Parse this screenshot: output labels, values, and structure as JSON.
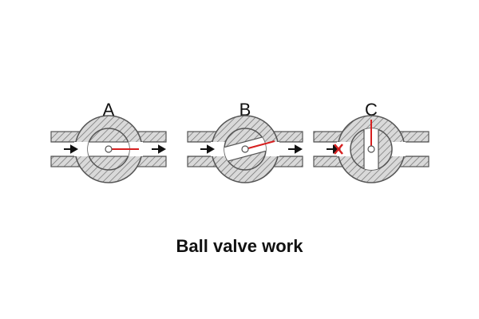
{
  "caption": "Ball valve work",
  "panels": [
    {
      "label": "A",
      "state": "open",
      "flow": "passes"
    },
    {
      "label": "B",
      "state": "partially open",
      "flow": "passes"
    },
    {
      "label": "C",
      "state": "closed",
      "flow": "blocked"
    }
  ],
  "icons": {
    "flow": "arrow-right-icon",
    "blocked": "x-mark-icon",
    "stem": "valve-stem-icon"
  },
  "colors": {
    "outline": "#555555",
    "hatch_fill": "#d9d9d9",
    "stem": "#d62020",
    "blocked_mark": "#d62020",
    "arrow": "#111111",
    "text": "#111111"
  }
}
